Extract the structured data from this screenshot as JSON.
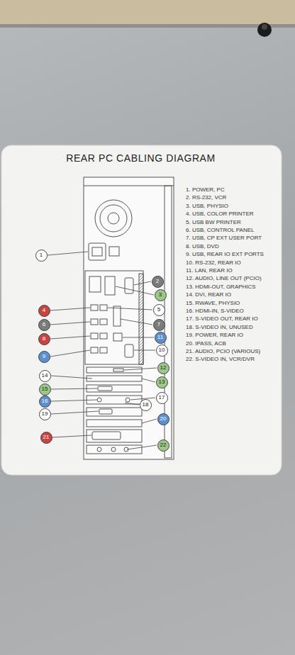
{
  "diagram": {
    "title": "REAR PC CABLING DIAGRAM",
    "nodes": [
      {
        "text": [
          "1"
        ]
      },
      {
        "text": [
          "2"
        ]
      },
      {
        "text": [
          "3"
        ]
      },
      {
        "text": [
          "4"
        ]
      },
      {
        "text": [
          "5"
        ]
      },
      {
        "text": [
          "6"
        ]
      },
      {
        "text": [
          "7"
        ]
      },
      {
        "text": [
          "8"
        ]
      },
      {
        "text": [
          "9"
        ]
      },
      {
        "text": [
          "10"
        ]
      },
      {
        "text": [
          "11"
        ]
      },
      {
        "text": [
          "12"
        ]
      },
      {
        "text": [
          "13"
        ]
      },
      {
        "text": [
          "14"
        ]
      },
      {
        "text": [
          "15"
        ]
      },
      {
        "text": [
          "16"
        ]
      },
      {
        "text": [
          "17"
        ]
      },
      {
        "text": [
          "18"
        ]
      },
      {
        "text": [
          "19"
        ]
      },
      {
        "text": [
          "20"
        ]
      },
      {
        "text": [
          "21"
        ]
      },
      {
        "text": [
          "22"
        ]
      }
    ],
    "labels": [
      "1. POWER, PC",
      "2. RS-232, VCR",
      "3. USB, PHYSIO",
      "4. USB, COLOR PRINTER",
      "5. USB BW PRINTER",
      "6. USB, CONTROL PANEL",
      "7. USB, CP EXT USER PORT",
      "8. USB, DVD",
      "9. USB, REAR IO EXT PORTS",
      "10. RS-232, REAR IO",
      "11. LAN, REAR IO",
      "12. AUDIO, LINE OUT (PCIO)",
      "13. HDMI-OUT, GRAPHICS",
      "14. DVI, REAR IO",
      "15. RWAVE, PHYSIO",
      "16. HDMI-IN, S-VIDEO",
      "17. S-VIDEO OUT, REAR IO",
      "18. S-VIDEO IN, UNUSED",
      "19. POWER, REAR IO",
      "20. IPASS, ACB",
      "21. AUDIO, PCIO (VARIOUS)",
      "22. S-VIDEO IN, VCR/DVR"
    ]
  }
}
